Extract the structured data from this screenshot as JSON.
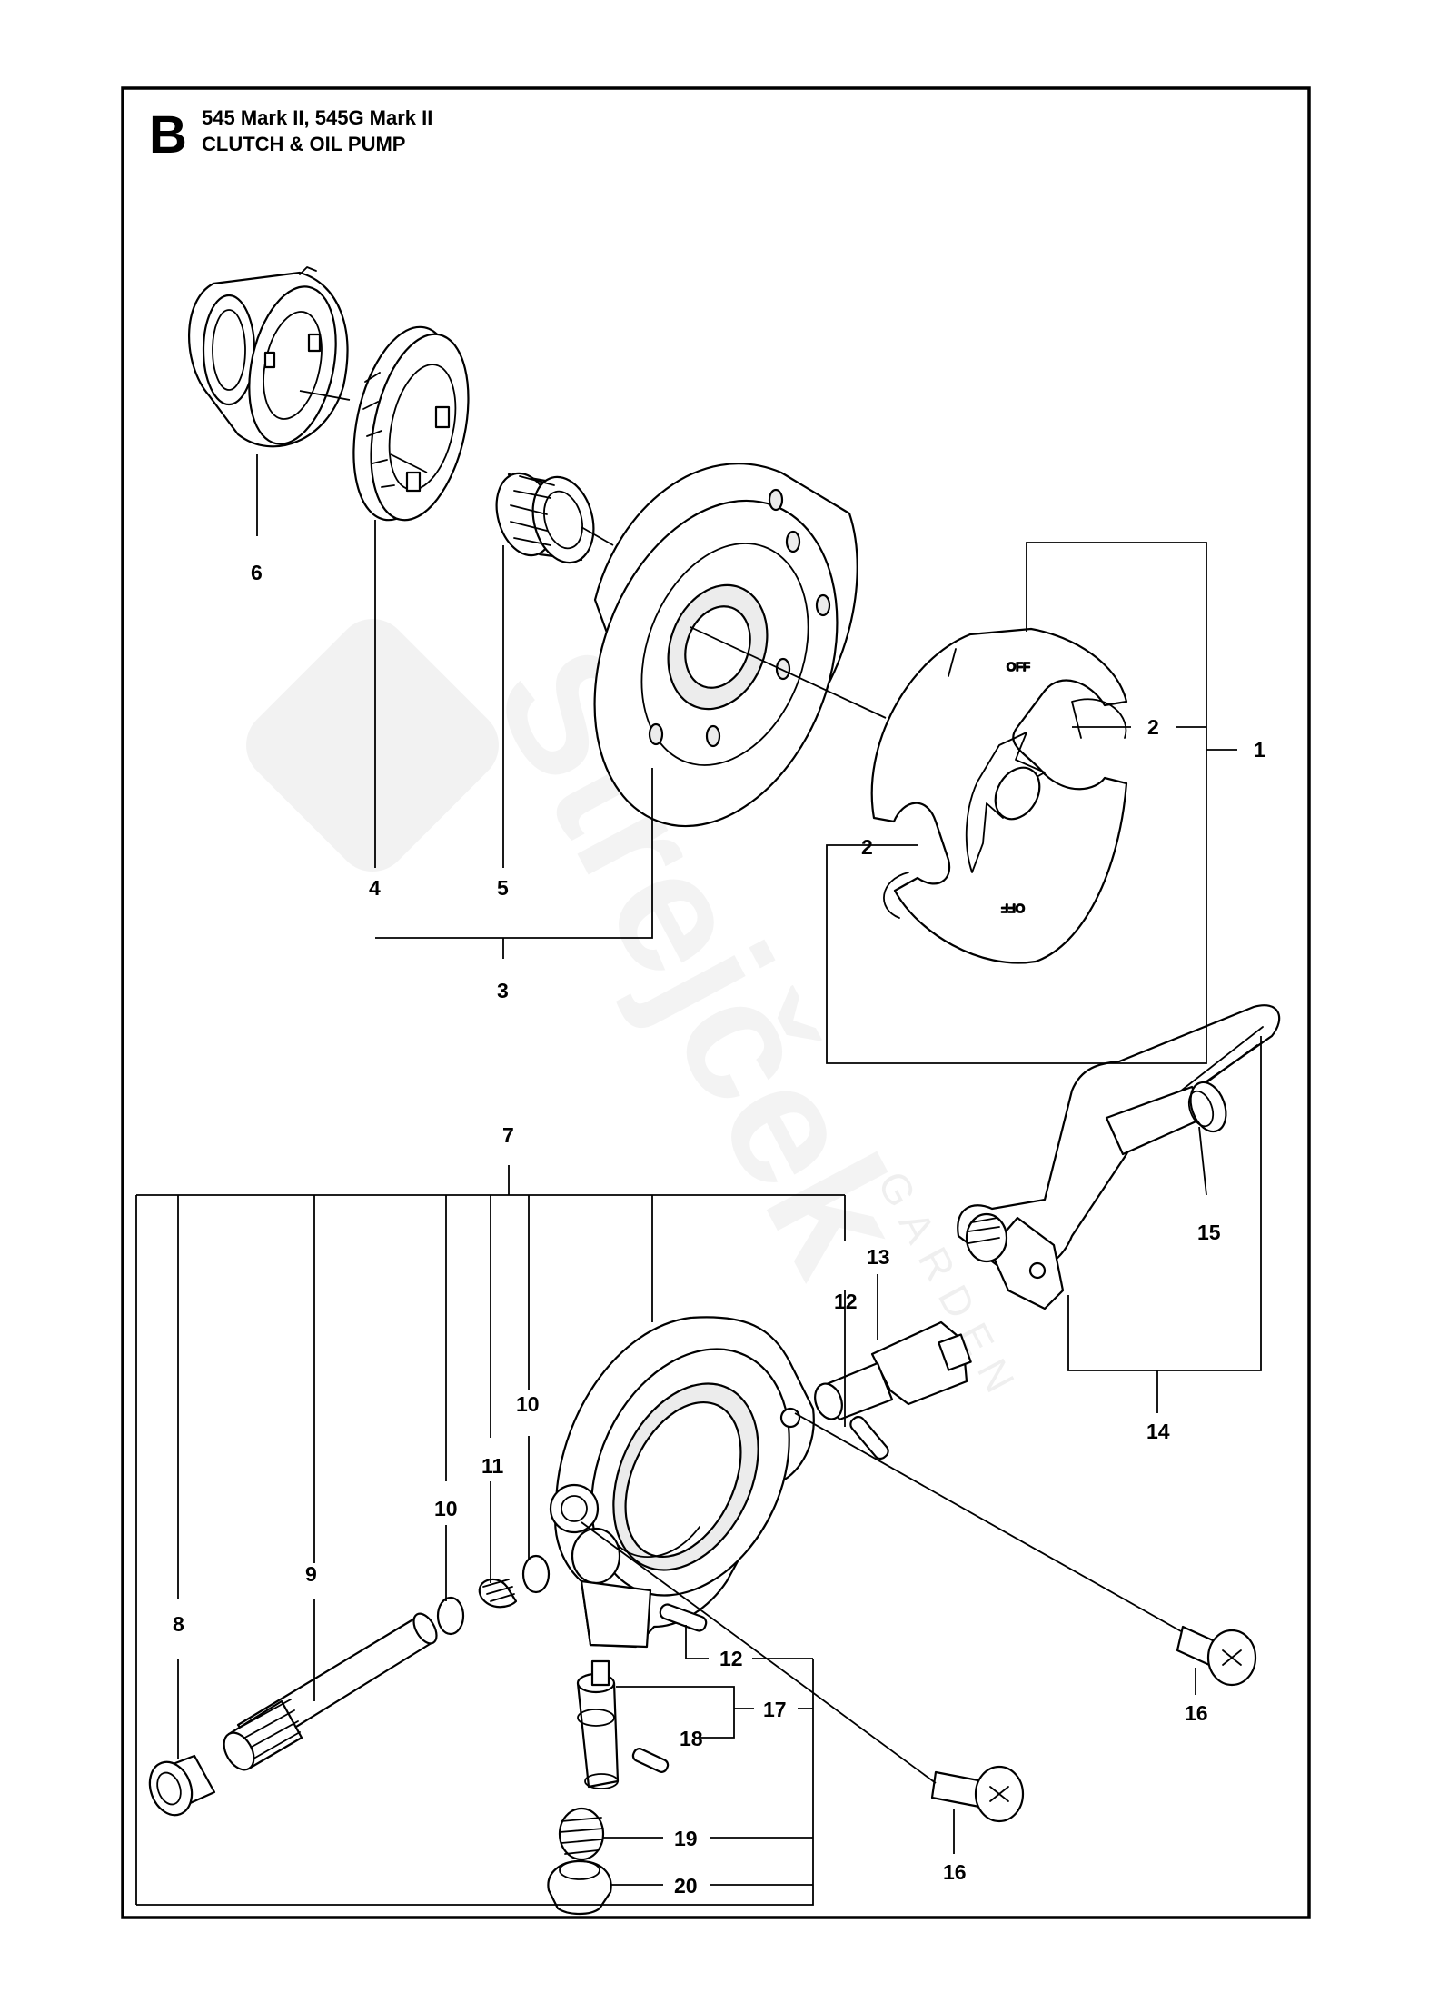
{
  "section": {
    "letter": "B",
    "models": "545 Mark II, 545G Mark II",
    "title": "CLUTCH & OIL PUMP"
  },
  "watermark": {
    "brand": "Strejček",
    "sub": "GARDEN"
  },
  "parts": {
    "p1": "1",
    "p2a": "2",
    "p2b": "2",
    "p3": "3",
    "p4": "4",
    "p5": "5",
    "p6": "6",
    "p7": "7",
    "p8": "8",
    "p9": "9",
    "p10a": "10",
    "p10b": "10",
    "p11": "11",
    "p12a": "12",
    "p12b": "12",
    "p13": "13",
    "p14": "14",
    "p15": "15",
    "p16a": "16",
    "p16b": "16",
    "p17": "17",
    "p18": "18",
    "p19": "19",
    "p20": "20"
  }
}
